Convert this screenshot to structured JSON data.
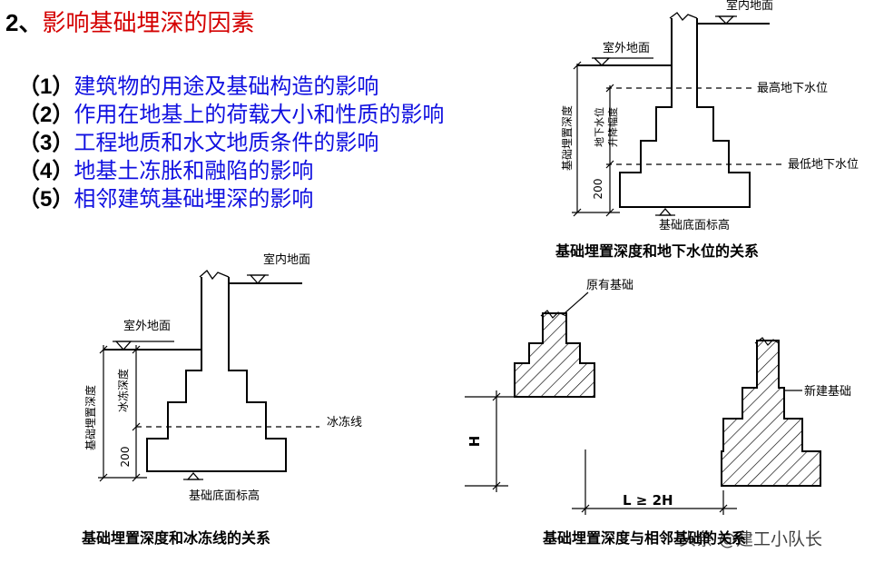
{
  "title": {
    "number": "2、",
    "text": "影响基础埋深的因素"
  },
  "factors": [
    {
      "marker": "（1）",
      "text": "建筑物的用途及基础构造的影响"
    },
    {
      "marker": "（2）",
      "text": "作用在地基上的荷载大小和性质的影响"
    },
    {
      "marker": "（3）",
      "text": "工程地质和水文地质条件的影响"
    },
    {
      "marker": "（4）",
      "text": "地基土冻胀和融陷的影响"
    },
    {
      "marker": "（5）",
      "text": "相邻建筑基础埋深的影响"
    }
  ],
  "diagram_water": {
    "indoor_ground": "室内地面",
    "outdoor_ground": "室外地面",
    "highest_water": "最高地下水位",
    "lowest_water": "最低地下水位",
    "depth_label": "基础埋置深度",
    "fluctuation_label_1": "地下水位",
    "fluctuation_label_2": "升降幅度",
    "dim_200": "200",
    "base_elevation": "基础底面标高",
    "caption": "基础埋置深度和地下水位的关系"
  },
  "diagram_frost": {
    "indoor_ground": "室内地面",
    "outdoor_ground": "室外地面",
    "depth_label": "基础埋置深度",
    "frost_depth": "冰冻深度",
    "frost_line": "冰冻线",
    "dim_200": "200",
    "base_elevation": "基础底面标高",
    "caption": "基础埋置深度和冰冻线的关系"
  },
  "diagram_adjacent": {
    "existing": "原有基础",
    "new": "新建基础",
    "h_label": "H",
    "l_label": "L ≥ 2H",
    "caption": "基础埋置深度与相邻基础的关系",
    "watermark": "头条 @建工小队长"
  }
}
